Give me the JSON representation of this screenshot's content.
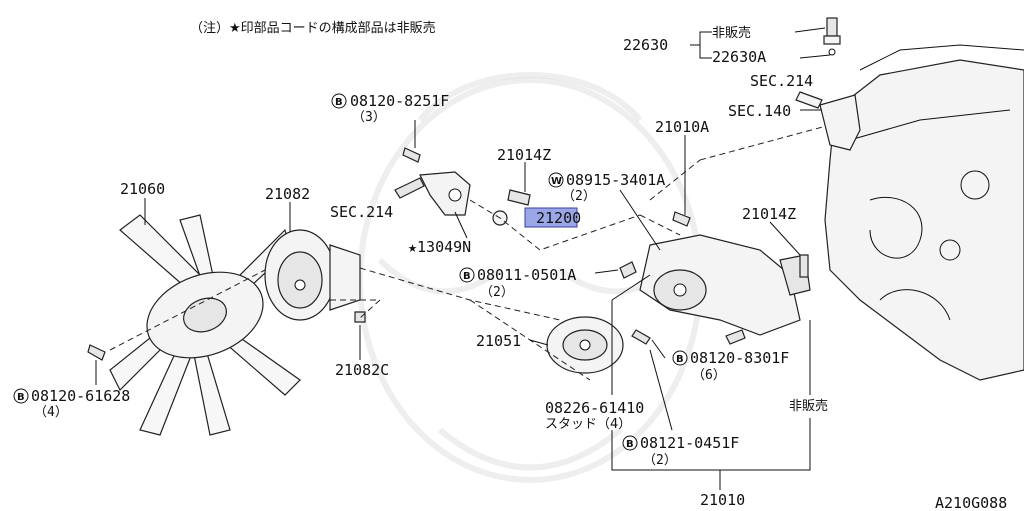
{
  "note": "（注）★印部品コードの構成部品は非販売",
  "diagram_code": "A210G088",
  "callouts": {
    "c22630": "22630",
    "c22630a": "22630A",
    "hihanbai_top": "非販売",
    "sec214_right": "SEC.214",
    "sec140": "SEC.140",
    "c21010a": "21010A",
    "bolt_8251f": "08120-8251F",
    "bolt_8251f_qty": "（3）",
    "c21014z_top": "21014Z",
    "washer_3401a": "08915-3401A",
    "washer_3401a_qty": "（2）",
    "c21200": "21200",
    "sec214_left": "SEC.214",
    "c13049n": "★13049N",
    "c21060": "21060",
    "c21082": "21082",
    "c21014z_right": "21014Z",
    "bolt_0501a": "08011-0501A",
    "bolt_0501a_qty": "（2）",
    "c21051": "21051",
    "c21082c": "21082C",
    "bolt_8301f": "08120-8301F",
    "bolt_8301f_qty": "（6）",
    "bolt_61628": "08120-61628",
    "bolt_61628_qty": "（4）",
    "stud_61410": "08226-61410",
    "stud_61410_desc": "スタッド（4）",
    "hihanbai_bottom": "非販売",
    "bolt_0451f": "08121-0451F",
    "bolt_0451f_qty": "（2）",
    "c21010": "21010"
  },
  "symbols": {
    "bolt": "B",
    "washer": "W"
  },
  "highlight": {
    "part": "21200",
    "color": "#9aa6e6"
  }
}
